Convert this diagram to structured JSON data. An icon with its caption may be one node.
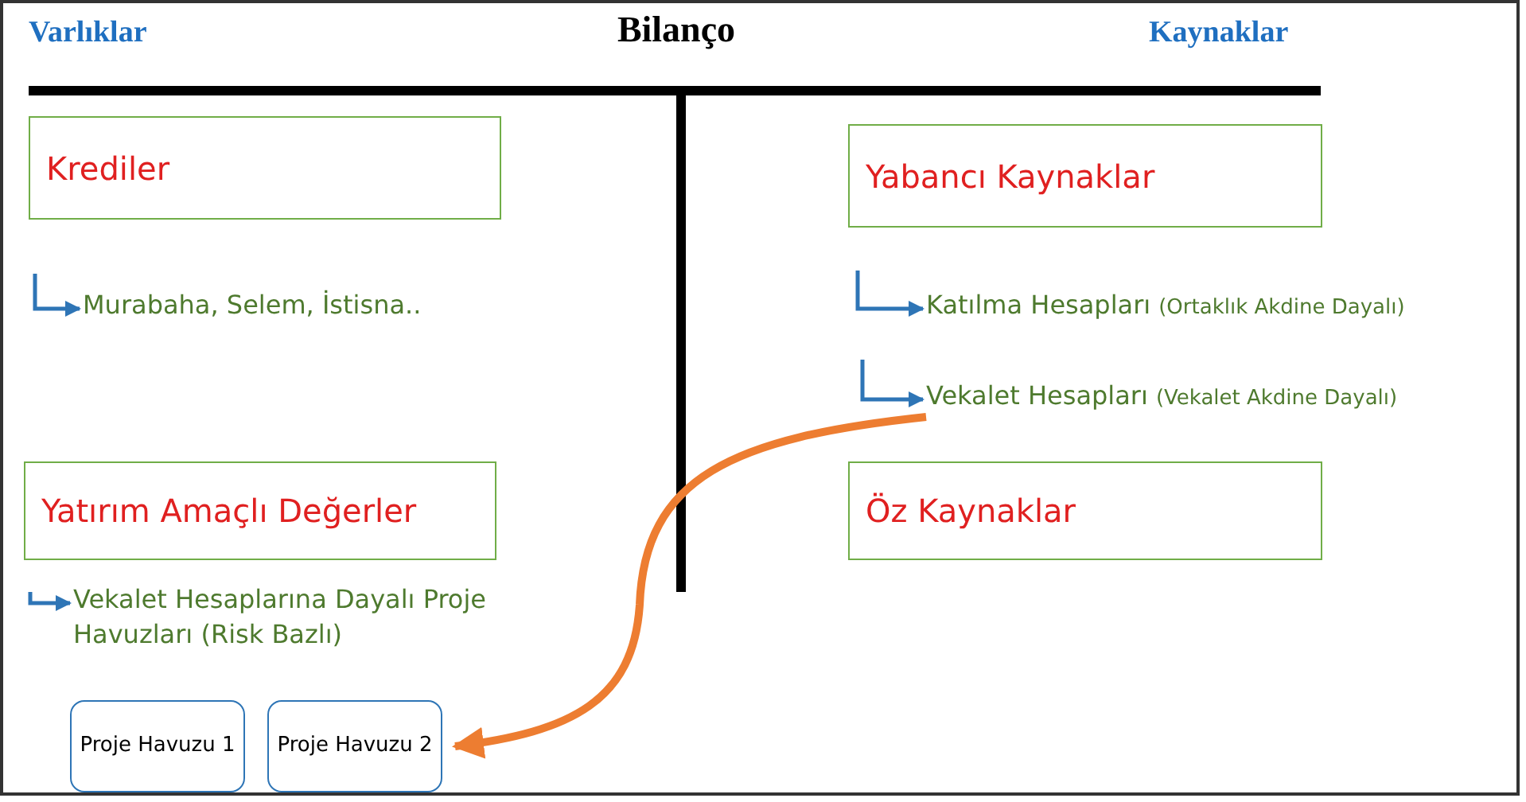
{
  "diagram": {
    "title": "Bilanço",
    "nodes": [
      {
        "text": [
          "Krediler"
        ]
      },
      {
        "text": [
          "Murabaha, Selem, İstisna.."
        ]
      },
      {
        "text": [
          "Yatırım Amaçlı Değerler"
        ]
      },
      {
        "text": [
          "Vekalet Hesaplarına Dayalı Proje Havuzları (Risk Bazlı)"
        ]
      },
      {
        "text": [
          "Proje Havuzu 1"
        ]
      },
      {
        "text": [
          "Proje Havuzu 2"
        ]
      },
      {
        "text": [
          "Yabancı Kaynaklar"
        ]
      },
      {
        "text": [
          "Katılma Hesapları",
          "(Ortaklık Akdine Dayalı)"
        ]
      },
      {
        "text": [
          "Vekalet Hesapları",
          "(Vekalet Akdine Dayalı)"
        ]
      },
      {
        "text": [
          "Öz Kaynaklar"
        ]
      }
    ],
    "edges": [
      {
        "from": null,
        "to": 1,
        "arrow": "to"
      },
      {
        "from": null,
        "to": 3,
        "arrow": "to"
      },
      {
        "from": null,
        "to": 7,
        "arrow": "to"
      },
      {
        "from": null,
        "to": 8,
        "arrow": "to"
      },
      {
        "from": 8,
        "to": 5,
        "arrow": "to",
        "style": "thick",
        "color": "#ed7d31"
      }
    ],
    "labels": [
      "Varlıklar",
      "Kaynaklar"
    ]
  }
}
